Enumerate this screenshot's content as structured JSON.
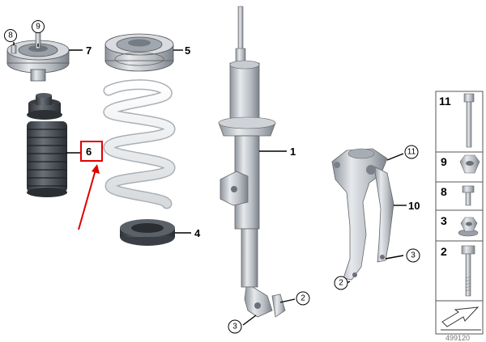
{
  "diagram": {
    "callouts": {
      "mount_left": "7",
      "mount_left_bolt": "9",
      "mount_left_nut": "8",
      "mount_right": "5",
      "boot": "6",
      "strut": "1",
      "lower_seat": "4",
      "knuckle": "10",
      "knuckle_top": "11",
      "knuckle_right": "3",
      "knuckle_left": "2",
      "strut_bottom_right": "2",
      "strut_bottom_left": "3"
    },
    "parts_list": [
      {
        "number": "11",
        "icon": "long-bolt-icon"
      },
      {
        "number": "9",
        "icon": "hex-nut-icon"
      },
      {
        "number": "8",
        "icon": "short-bolt-icon"
      },
      {
        "number": "3",
        "icon": "flange-nut-icon"
      },
      {
        "number": "2",
        "icon": "hex-bolt-icon"
      }
    ],
    "footer_code": "499120",
    "highlight_color": "#e00000"
  }
}
